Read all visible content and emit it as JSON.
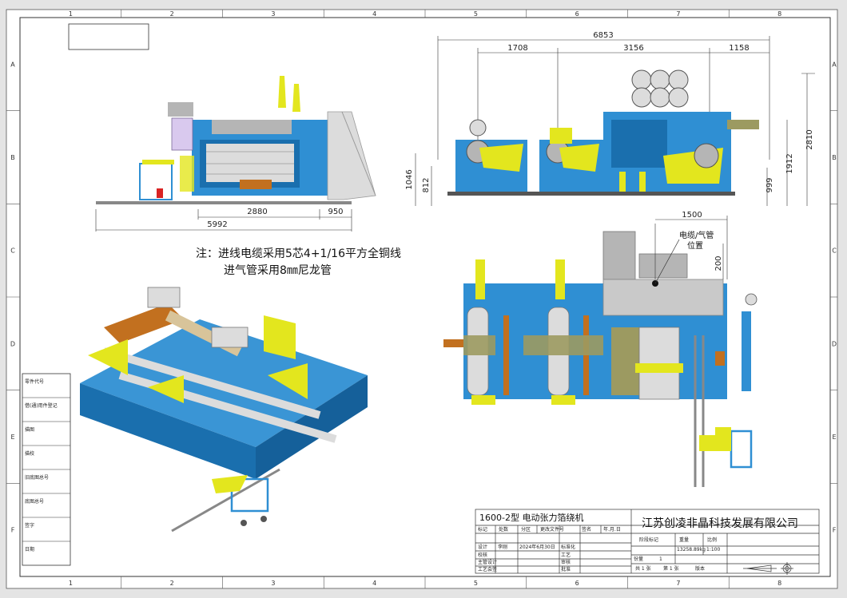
{
  "zones": {
    "columns": [
      "1",
      "2",
      "3",
      "4",
      "5",
      "6",
      "7",
      "8"
    ],
    "rows": [
      "A",
      "B",
      "C",
      "D",
      "E",
      "F"
    ]
  },
  "side_stamps": [
    "零件代号",
    "借(通)用件登记",
    "描图",
    "描校",
    "旧底图总号",
    "底图总号",
    "签字",
    "日期"
  ],
  "dimensions": {
    "front_total": "5992",
    "front_inner": "2880",
    "front_right": "950",
    "side_total": "6853",
    "side_a": "1708",
    "side_b": "3156",
    "side_c": "1158",
    "side_h_total": "2810",
    "side_h_mid": "1912",
    "side_h_low": "999",
    "side_left_h1": "1046",
    "side_left_h2": "812",
    "top_width": "1500",
    "top_offset": "200"
  },
  "notes": {
    "line1": "注：进线电缆采用5芯4+1/16平方全铜线",
    "line2": "进气管采用8㎜尼龙管",
    "callout_line1": "电缆/气管",
    "callout_line2": "位置"
  },
  "title_block": {
    "model": "1600-2型 电动张力箔绕机",
    "company": "江苏创凌非晶科技发展有限公司",
    "rev_headers": [
      "标记",
      "处数",
      "分区",
      "更改文件号",
      "签名",
      "年.月.日"
    ],
    "labels": {
      "design": "设计",
      "designer": "李刚",
      "date": "2024年6月30日",
      "standard": "标准化",
      "check": "校核",
      "process": "工艺",
      "chief": "主管设计",
      "review": "审核",
      "craft_sign": "工艺会签",
      "approve": "批准",
      "stage_mark": "阶段标记",
      "weight": "重量",
      "scale": "比例",
      "weight_val": "13258.89kg",
      "scale_val": "1:100",
      "count_label": "份量",
      "count_val": "1",
      "sheets": "共 1 张",
      "sheet_no": "第 1 张",
      "version": "版本"
    }
  },
  "colors": {
    "machine_blue": "#2f8fd3",
    "machine_yellow": "#e3e61e",
    "machine_grey": "#b5b5b5",
    "roll_grey": "#dcdcdc",
    "copper": "#c2701f",
    "olive": "#9c9a61",
    "red": "#d92323"
  }
}
